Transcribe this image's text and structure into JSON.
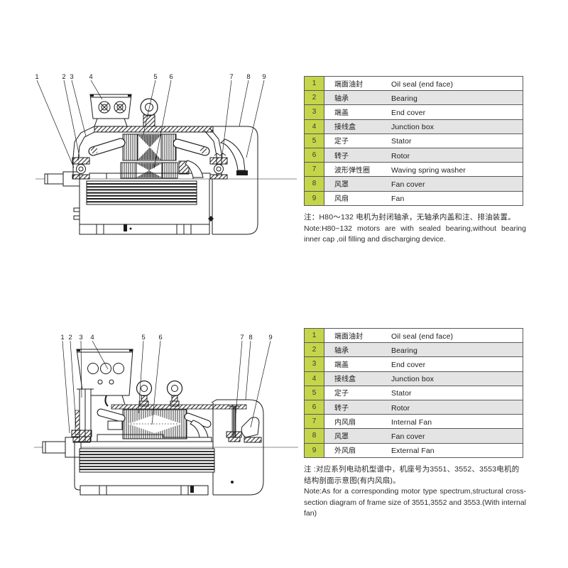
{
  "colors": {
    "number_cell": "#c5d54a",
    "row_alternate": "#e4e4e4",
    "table_border": "#59595b",
    "line_ink": "#1b1b1b"
  },
  "diagram1": {
    "callouts": [
      "1",
      "2",
      "3",
      "4",
      "5",
      "6",
      "7",
      "8",
      "9"
    ]
  },
  "diagram2": {
    "callouts": [
      "1",
      "2",
      "3",
      "4",
      "5",
      "6",
      "7",
      "8",
      "9"
    ]
  },
  "table1": {
    "rows": [
      {
        "num": "1",
        "cn": "端面油封",
        "en": "Oil seal (end face)"
      },
      {
        "num": "2",
        "cn": "轴承",
        "en": "Bearing"
      },
      {
        "num": "3",
        "cn": "端盖",
        "en": "End cover"
      },
      {
        "num": "4",
        "cn": "接线盒",
        "en": "Junction box"
      },
      {
        "num": "5",
        "cn": "定子",
        "en": "Stator"
      },
      {
        "num": "6",
        "cn": "转子",
        "en": "Rotor"
      },
      {
        "num": "7",
        "cn": "波形弹性圈",
        "en": "Waving spring washer"
      },
      {
        "num": "8",
        "cn": "风罩",
        "en": "Fan cover"
      },
      {
        "num": "9",
        "cn": "风扇",
        "en": "Fan"
      }
    ]
  },
  "note1": {
    "cn": "注：H80～132 电机为封闭轴承，无轴承内盖和注、排油装置。",
    "en": "Note:H80~132 motors are with sealed bearing,without bearing inner cap ,oil filling and discharging device."
  },
  "table2": {
    "rows": [
      {
        "num": "1",
        "cn": "端面油封",
        "en": "Oil seal (end face)"
      },
      {
        "num": "2",
        "cn": "轴承",
        "en": "Bearing"
      },
      {
        "num": "3",
        "cn": "端盖",
        "en": "End cover"
      },
      {
        "num": "4",
        "cn": "接线盒",
        "en": "Junction box"
      },
      {
        "num": "5",
        "cn": "定子",
        "en": "Stator"
      },
      {
        "num": "6",
        "cn": "转子",
        "en": "Rotor"
      },
      {
        "num": "7",
        "cn": "内风扇",
        "en": "Internal Fan"
      },
      {
        "num": "8",
        "cn": "风罩",
        "en": "Fan cover"
      },
      {
        "num": "9",
        "cn": "外风扇",
        "en": "External Fan"
      }
    ]
  },
  "note2": {
    "cn": "注 :对应系列电动机型谱中，机座号为3551、3552、3553电机的结构剖面示意图(有内风扇)。",
    "en": "Note:As for a corresponding motor type spectrum,structural cross-section diagram of frame size of 3551,3552 and 3553.(With internal fan)"
  }
}
